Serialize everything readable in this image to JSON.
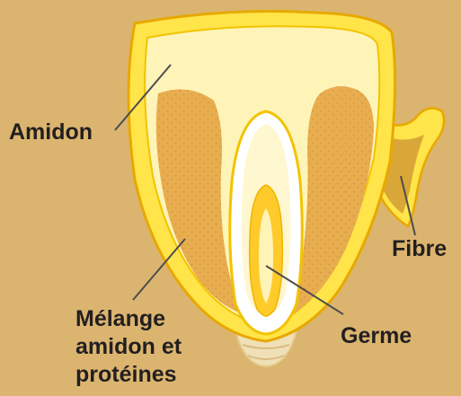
{
  "labels": {
    "amidon": "Amidon",
    "fibre": "Fibre",
    "germe": "Germe",
    "melange": [
      "Mélange",
      "amidon et",
      "protéines"
    ]
  },
  "colors": {
    "background": "#dbb56f",
    "outer_hull": "#ffe54a",
    "hull_line": "#e8a800",
    "starch": "#fff4b8",
    "mixture": "#e8ad4f",
    "germ_outer": "#ffffff",
    "germ_inner": "#ffcb2a",
    "fibre": "#d9a737",
    "tip_cap": "#f0e0b8",
    "leader_lines": "#4d4d4d"
  }
}
